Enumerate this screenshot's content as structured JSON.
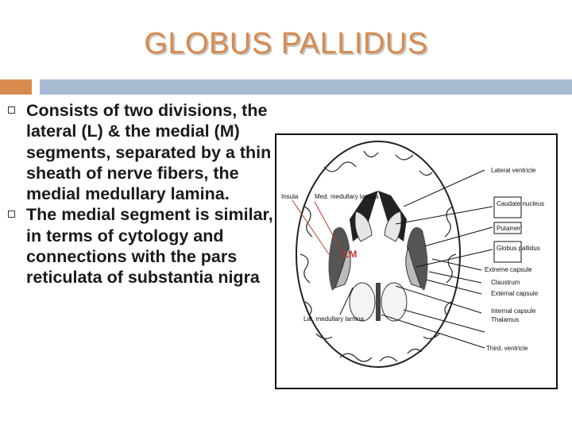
{
  "slide": {
    "title": "GLOBUS PALLIDUS",
    "bullets": [
      "Consists of two divisions, the lateral (L) & the medial (M) segments, separated by a thin sheath of nerve fibers, the medial medullary lamina.",
      "The medial segment is similar, in terms of cytology and connections with the pars reticulata of substantia nigra"
    ],
    "colors": {
      "title": "#d98a4e",
      "accent_bar": "#d98a4e",
      "header_bar": "#a9bad3"
    },
    "bullet_icon": "hollow-square-bullet-icon"
  },
  "figure": {
    "labels": {
      "insula": "Insula",
      "med_medullary_lamina": "Med. medullary lamina",
      "lateral_ventricle": "Lateral ventricle",
      "caudate_nucleus": "Caudate nucleus",
      "putamen": "Putamen",
      "globus_pallidus": "Globus pallidus",
      "extreme_capsule": "Extreme capsule",
      "claustrum": "Claustrum",
      "external_capsule": "External capsule",
      "internal_capsule": "Internal capsule",
      "lat_medullary_lamina": "Lat. medullary lamina",
      "thalamus": "Thalamus",
      "third_ventricle": "Third. ventricle",
      "lm": "LM"
    }
  }
}
